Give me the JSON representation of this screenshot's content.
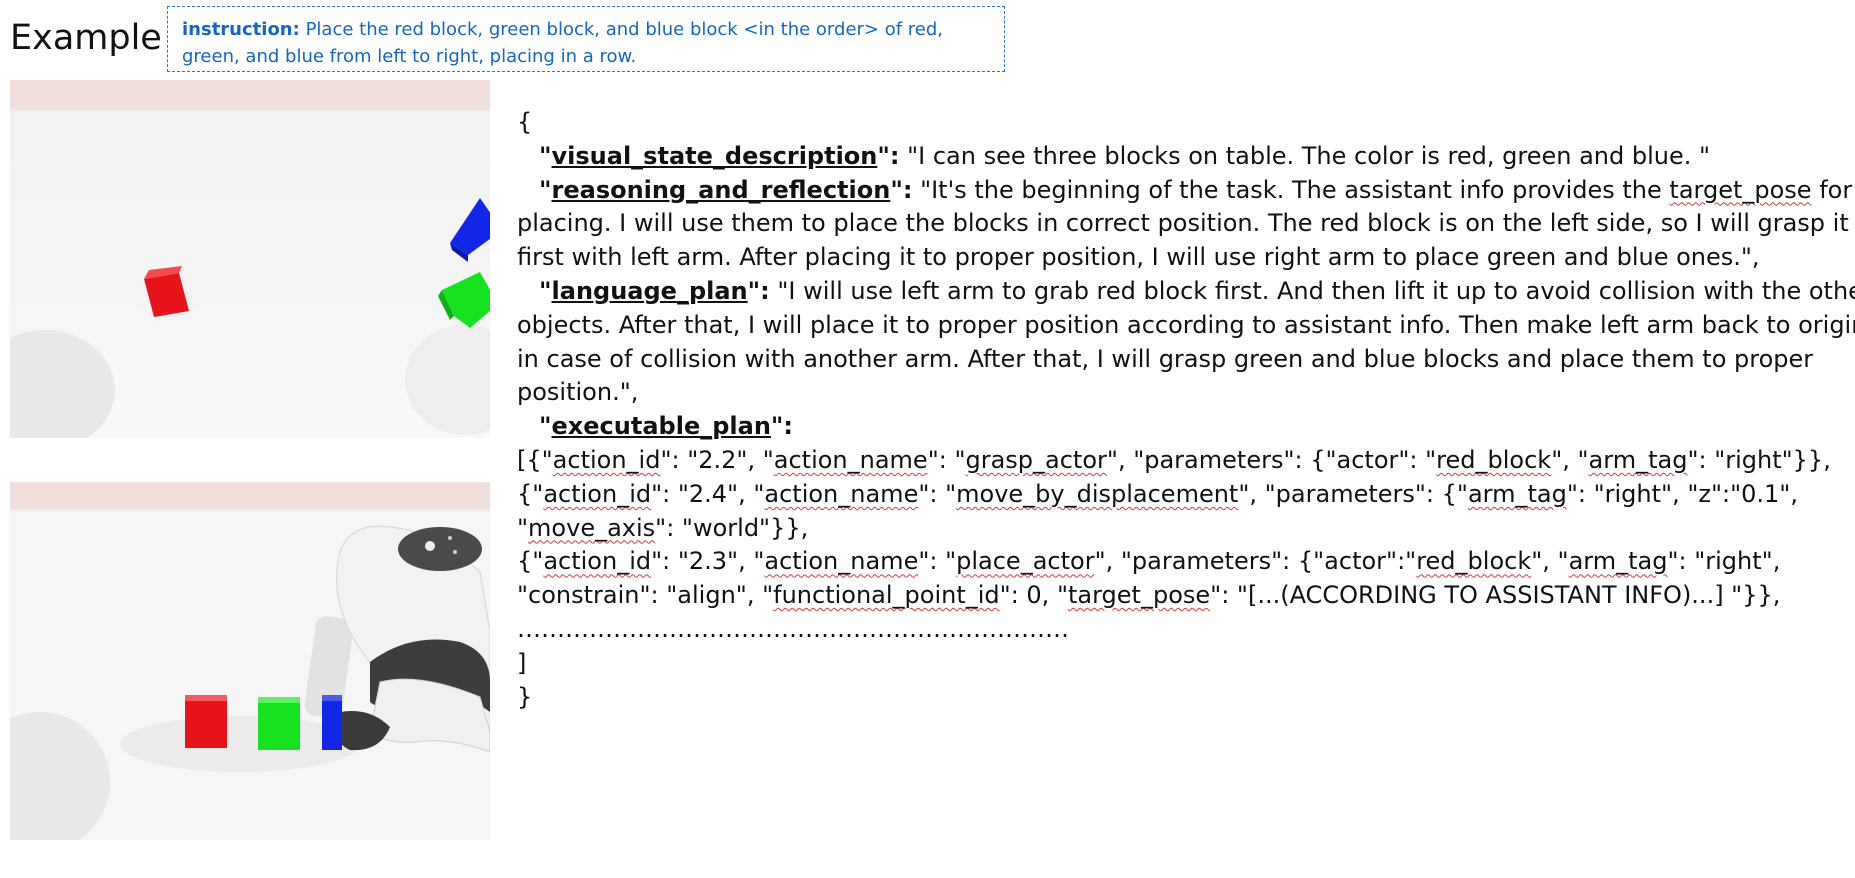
{
  "header": {
    "title": "Example",
    "instruction_label": "instruction:",
    "instruction_line1": "Place the red block, green block, and blue block <in the order> of red,",
    "instruction_line2": "green, and blue from left to right, placing in a row."
  },
  "colors": {
    "instruction_text": "#1566c0",
    "instruction_border": "#2f73c4",
    "block_red": "#e8141c",
    "block_green": "#16e21f",
    "block_blue": "#1227e6"
  },
  "images": {
    "top": "robot-scene-initial",
    "bottom": "robot-scene-final"
  },
  "json_text": {
    "open_brace": "{",
    "vsd_key": "visual_state_description",
    "vsd_value": " \"I can see three blocks on table. The color is red, green and blue. \"",
    "rr_key": "reasoning_and_reflection",
    "rr_value_a": " \"It's the beginning of the task. The assistant info provides the ",
    "rr_target_pose": "target_pose",
    "rr_value_b": " for",
    "rr_line2": "placing. I will use them to place the blocks in correct position. The red block is on the left side, so I will grasp it",
    "rr_line3": "first with left arm. After placing it to proper position, I will use right arm to place green and blue ones.\",",
    "lp_key": "language_plan",
    "lp_value": " \"I will use left arm to grab red block first. And then lift it up to avoid collision with the other",
    "lp_line2": "objects. After that, I will place it to proper position according to assistant info. Then make left arm back to origin",
    "lp_line3": "in case of collision with another arm. After that, I will grasp green and blue blocks and place them to proper",
    "lp_line4": "position.\",",
    "ep_key": "executable_plan",
    "a1": {
      "p1": "[{\"",
      "action_id": "action_id",
      "p2": "\": \"2.2\", \"",
      "action_name": "action_name",
      "p3": "\": \"",
      "name_val": "grasp_actor",
      "p4": "\", \"parameters\": {\"actor\": \"",
      "actor_val": "red_block",
      "p5": "\", \"",
      "arm_tag": "arm_tag",
      "p6": "\": \"right\"}},"
    },
    "a2": {
      "p1": "{\"",
      "action_id": "action_id",
      "p2": "\": \"2.4\", \"",
      "action_name": "action_name",
      "p3": "\": \"",
      "name_val": "move_by_displacement",
      "p4": "\", \"parameters\": {\"",
      "arm_tag": "arm_tag",
      "p5": "\": \"right\", \"z\":\"0.1\","
    },
    "a2b": {
      "p1": "\"",
      "move_axis": "move_axis",
      "p2": "\": \"world\"}},"
    },
    "a3": {
      "p1": " {\"",
      "action_id": "action_id",
      "p2": "\": \"2.3\", \"",
      "action_name": "action_name",
      "p3": "\": \"",
      "name_val": "place_actor",
      "p4": "\", \"parameters\": {\"actor\":\"",
      "actor_val": "red_block",
      "p5": "\", \"",
      "arm_tag": "arm_tag",
      "p6": "\": \"right\","
    },
    "a3b": {
      "p1": "\"constrain\": \"align\", \"",
      "fpid": "functional_point_id",
      "p2": "\": 0,  \"",
      "target_pose": "target_pose",
      "p3": "\": \"[...(ACCORDING TO ASSISTANT INFO)...] \"}},"
    },
    "dots": "……………………………………………………………",
    "close_bracket": "]",
    "close_brace": "}"
  }
}
